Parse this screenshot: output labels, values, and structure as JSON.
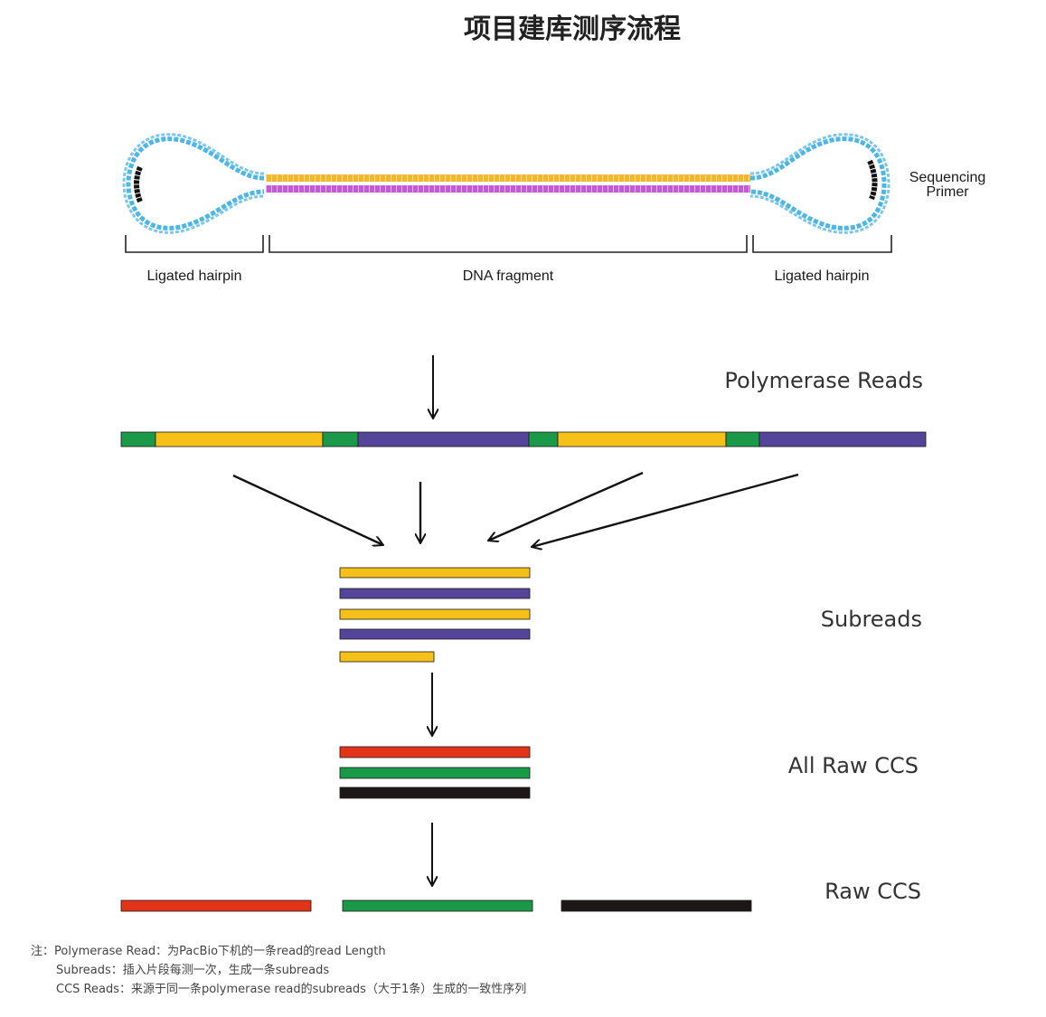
{
  "title": "项目建库测序流程",
  "labels": {
    "sequencing_primer_1": "Sequencing",
    "sequencing_primer_2": "Primer",
    "left_hairpin": "Ligated hairpin",
    "dna_fragment": "DNA fragment",
    "right_hairpin": "Ligated hairpin",
    "polymerase_reads": "Polymerase Reads",
    "subreads": "Subreads",
    "all_raw_ccs": "All Raw CCS",
    "raw_ccs": "Raw CCS"
  },
  "colors": {
    "yellow": "#f5c118",
    "purple": "#54449a",
    "green": "#1a9a48",
    "red": "#e3341a",
    "black": "#1e1717",
    "hairpin_blue": "#4cb6e6",
    "strand_orange": "#f5b72a",
    "strand_magenta": "#c35ad8"
  },
  "polymerase_read_segments": [
    "green",
    "yellow",
    "green",
    "purple",
    "green",
    "yellow",
    "green",
    "purple"
  ],
  "subread_bars": [
    "yellow",
    "purple",
    "yellow",
    "purple",
    "yellow-short"
  ],
  "all_raw_ccs_bars": [
    "red",
    "green",
    "black"
  ],
  "raw_ccs_bars": [
    "red",
    "green",
    "black"
  ],
  "notes": {
    "line1": "注：Polymerase Read：为PacBio下机的一条read的read Length",
    "line2": "Subreads：插入片段每测一次，生成一条subreads",
    "line3": "CCS Reads：来源于同一条polymerase read的subreads（大于1条）生成的一致性序列"
  }
}
